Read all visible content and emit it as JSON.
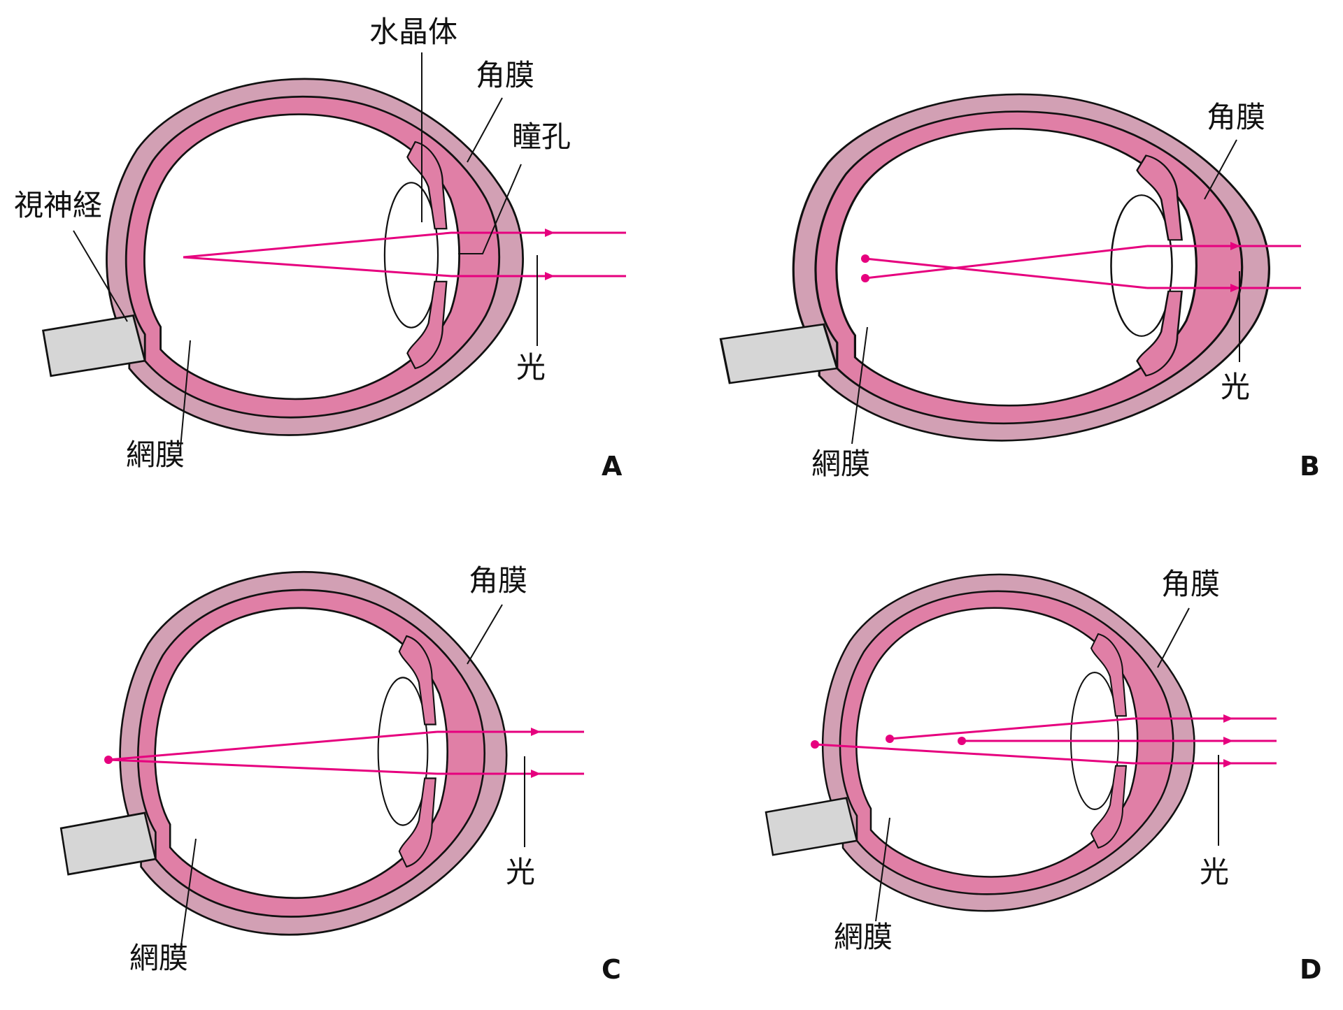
{
  "colors": {
    "sclera": "#d2a0b4",
    "choroid": "#e07fa6",
    "light_ray": "#e6007e",
    "nerve": "#d6d6d6",
    "outline": "#111111"
  },
  "panels": {
    "a": {
      "letter": "A",
      "lens_label": "水晶体",
      "cornea_label": "角膜",
      "pupil_label": "瞳孔",
      "optic_nerve_label": "視神経",
      "retina_label": "網膜",
      "light_label": "光"
    },
    "b": {
      "letter": "B",
      "cornea_label": "角膜",
      "retina_label": "網膜",
      "light_label": "光"
    },
    "c": {
      "letter": "C",
      "cornea_label": "角膜",
      "retina_label": "網膜",
      "light_label": "光"
    },
    "d": {
      "letter": "D",
      "cornea_label": "角膜",
      "retina_label": "網膜",
      "light_label": "光"
    }
  }
}
